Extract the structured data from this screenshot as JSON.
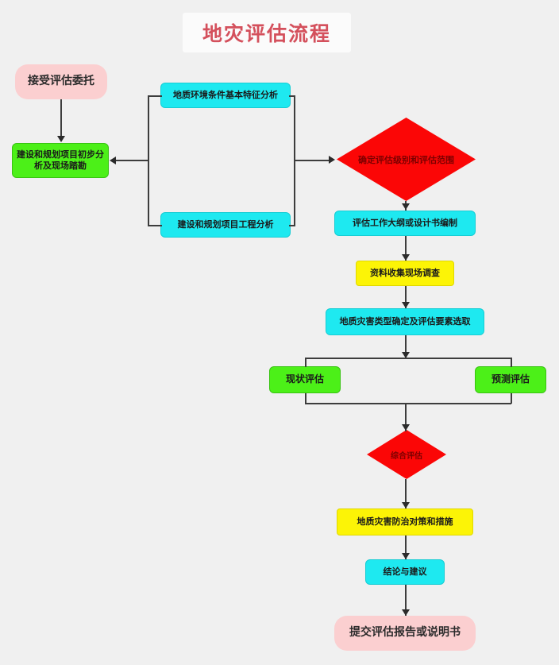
{
  "diagram": {
    "title": "地灾评估流程",
    "title_color": "#d4505c",
    "background_color": "#f0f0f0"
  },
  "palette": {
    "pink": "#fbcfd0",
    "green": "#4cf018",
    "cyan": "#1ee9f0",
    "yellow": "#fcf406",
    "red": "#fb0606",
    "connector": "#3d3d3d"
  },
  "nodes": {
    "accept_commission": {
      "label": "接受评估委托",
      "shape": "rounded",
      "color": "pink"
    },
    "preliminary_analysis": {
      "label": "建设和规划项目初步分析及现场踏勘",
      "shape": "rect",
      "color": "green"
    },
    "geo_env_analysis": {
      "label": "地质环境条件基本特征分析",
      "shape": "rect",
      "color": "cyan"
    },
    "project_engineering_analysis": {
      "label": "建设和规划项目工程分析",
      "shape": "rect",
      "color": "cyan"
    },
    "determine_level_scope": {
      "label": "确定评估级别和评估范围",
      "shape": "diamond",
      "color": "red"
    },
    "outline_design": {
      "label": "评估工作大纲或设计书编制",
      "shape": "rect",
      "color": "cyan"
    },
    "data_collection": {
      "label": "资料收集现场调查",
      "shape": "rect",
      "color": "yellow"
    },
    "hazard_type_factors": {
      "label": "地质灾害类型确定及评估要素选取",
      "shape": "rect",
      "color": "cyan"
    },
    "current_assessment": {
      "label": "现状评估",
      "shape": "rect",
      "color": "green"
    },
    "predictive_assessment": {
      "label": "预测评估",
      "shape": "rect",
      "color": "green"
    },
    "comprehensive_assessment": {
      "label": "综合评估",
      "shape": "diamond",
      "color": "red"
    },
    "prevention_measures": {
      "label": "地质灾害防治对策和措施",
      "shape": "rect",
      "color": "yellow"
    },
    "conclusions": {
      "label": "结论与建议",
      "shape": "rect",
      "color": "cyan"
    },
    "submit_report": {
      "label": "提交评估报告或说明书",
      "shape": "rounded",
      "color": "pink"
    }
  }
}
